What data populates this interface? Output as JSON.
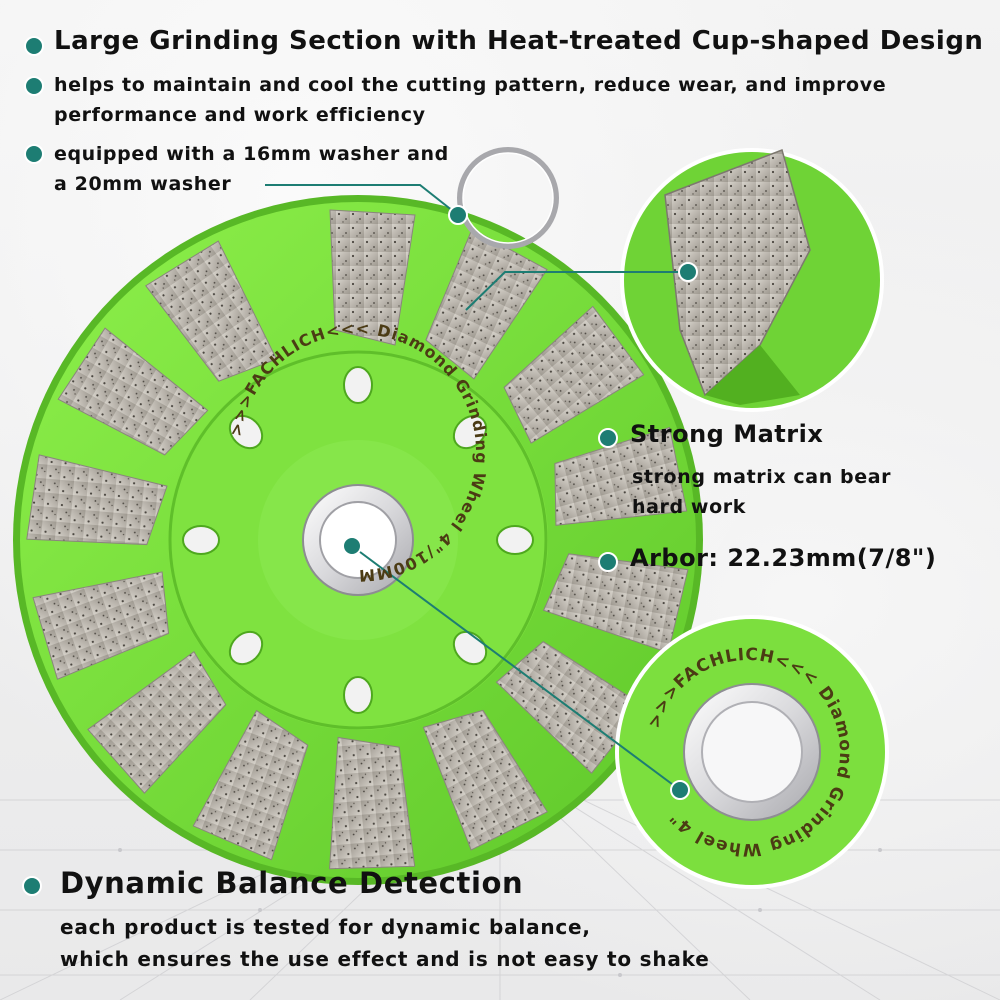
{
  "features": {
    "large_grinding": {
      "title": "Large Grinding Section with Heat-treated Cup-shaped Design",
      "line1": "helps to maintain and cool the cutting pattern, reduce wear, and improve",
      "line2": "performance and work efficiency"
    },
    "washer": {
      "line1": "equipped with a 16mm washer and",
      "line2": "a 20mm washer"
    },
    "strong_matrix": {
      "title": "Strong Matrix",
      "line1": "strong matrix can bear",
      "line2": "hard work"
    },
    "arbor": {
      "title": "Arbor: 22.23mm(7/8\")"
    },
    "balance": {
      "title": "Dynamic Balance Detection",
      "line1": "each product is tested for dynamic balance,",
      "line2": "which ensures the use effect and is not easy to shake"
    }
  },
  "wheel": {
    "ring_text": ">>>FACHLICH<<< Diamond Grinding Wheel 4\"/100MM",
    "zoom_ring_text": ">>>FACHLICH<<< Diamond Grinding Wheel 4\""
  },
  "colors": {
    "accent": "#1d7d73",
    "wheel_green": "#7be13d",
    "segment_gray": "#bdb8b0"
  }
}
